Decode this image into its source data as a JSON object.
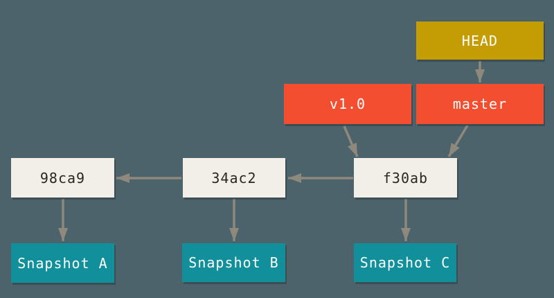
{
  "colors": {
    "background": "#4D636C",
    "head": "#C49C04",
    "ref": "#F24E2F",
    "commit_fill": "#F2EFE8",
    "commit_text": "#2A251E",
    "snapshot": "#11909B",
    "label_text": "#FFFFFF",
    "arrow": "#8E887D"
  },
  "nodes": {
    "head": {
      "label": "HEAD"
    },
    "tag": {
      "label": "v1.0"
    },
    "branch": {
      "label": "master"
    },
    "commits": [
      {
        "id": "98ca9"
      },
      {
        "id": "34ac2"
      },
      {
        "id": "f30ab"
      }
    ],
    "snapshots": [
      {
        "label": "Snapshot A"
      },
      {
        "label": "Snapshot B"
      },
      {
        "label": "Snapshot C"
      }
    ]
  },
  "edges": [
    {
      "from": "HEAD",
      "to": "master"
    },
    {
      "from": "v1.0",
      "to": "f30ab"
    },
    {
      "from": "master",
      "to": "f30ab"
    },
    {
      "from": "f30ab",
      "to": "34ac2"
    },
    {
      "from": "34ac2",
      "to": "98ca9"
    },
    {
      "from": "98ca9",
      "to": "Snapshot A"
    },
    {
      "from": "34ac2",
      "to": "Snapshot B"
    },
    {
      "from": "f30ab",
      "to": "Snapshot C"
    }
  ]
}
